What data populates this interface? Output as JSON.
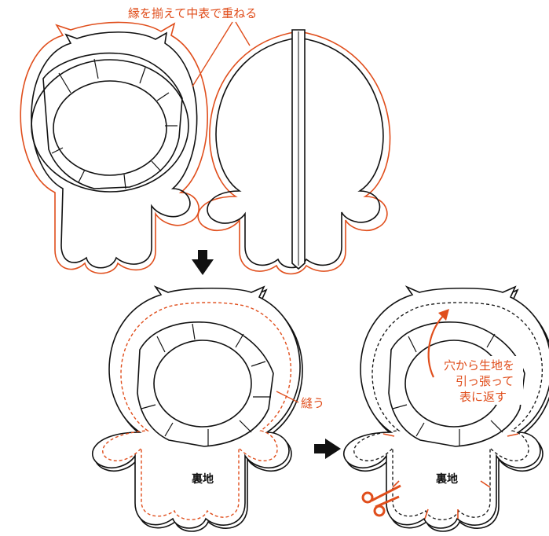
{
  "colors": {
    "outline": "#111111",
    "accent": "#e04e1c",
    "background": "#ffffff"
  },
  "labels": {
    "top_instruction": "縁を揃えて中表で重ねる",
    "sew": "縫う",
    "back_fabric_left": "裏地",
    "back_fabric_right": "裏地",
    "turn_line1": "穴から生地を",
    "turn_line2": "引っ張って",
    "turn_line3": "表に返す"
  },
  "icons": {
    "step_arrow_down": "arrow-down-icon",
    "step_arrow_right": "arrow-right-icon",
    "scissors": "scissors-icon"
  }
}
